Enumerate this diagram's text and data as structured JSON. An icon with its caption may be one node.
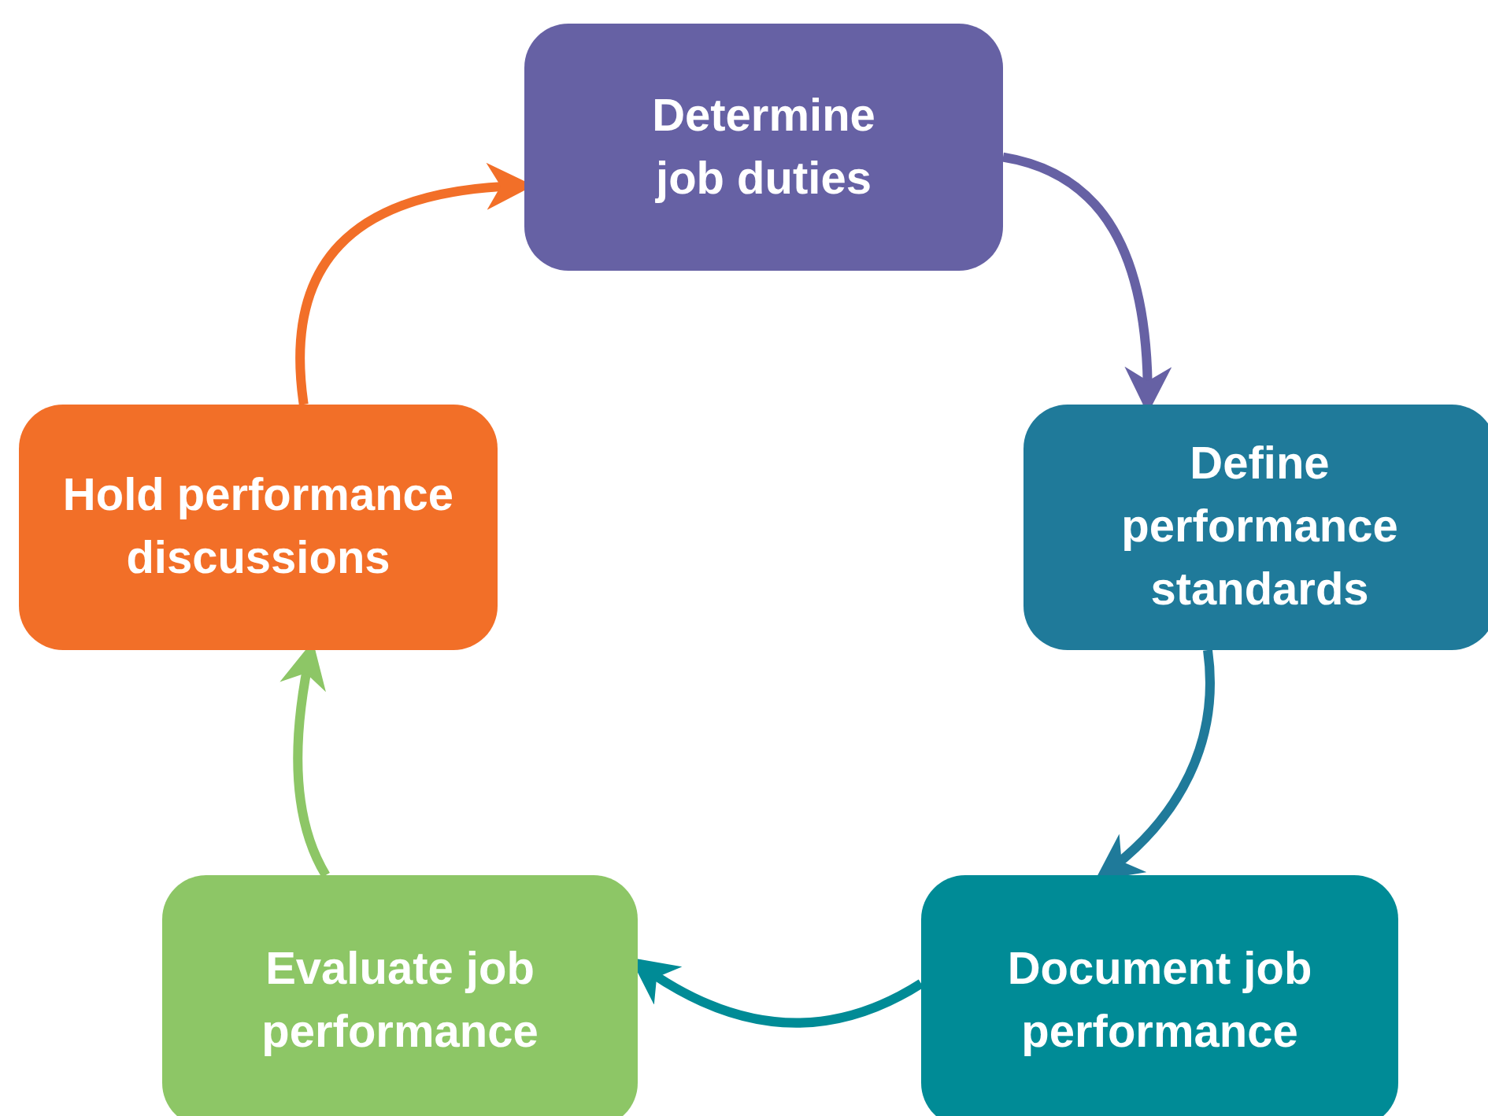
{
  "diagram": {
    "nodes": [
      {
        "text": [
          "Determine job duties"
        ]
      },
      {
        "text": [
          "Define performance standards"
        ]
      },
      {
        "text": [
          "Document job performance"
        ]
      },
      {
        "text": [
          "Evaluate job performance"
        ]
      },
      {
        "text": [
          "Hold performance discussions"
        ]
      }
    ],
    "edges": [
      {
        "from": 0,
        "to": 1,
        "arrow": "to",
        "color": "#6661a4"
      },
      {
        "from": 1,
        "to": 2,
        "arrow": "to",
        "color": "#1f7a9a"
      },
      {
        "from": 2,
        "to": 3,
        "arrow": "to",
        "color": "#008b96"
      },
      {
        "from": 3,
        "to": 4,
        "arrow": "to",
        "color": "#8dc666"
      },
      {
        "from": 4,
        "to": 0,
        "arrow": "to",
        "color": "#f26f28"
      }
    ]
  }
}
